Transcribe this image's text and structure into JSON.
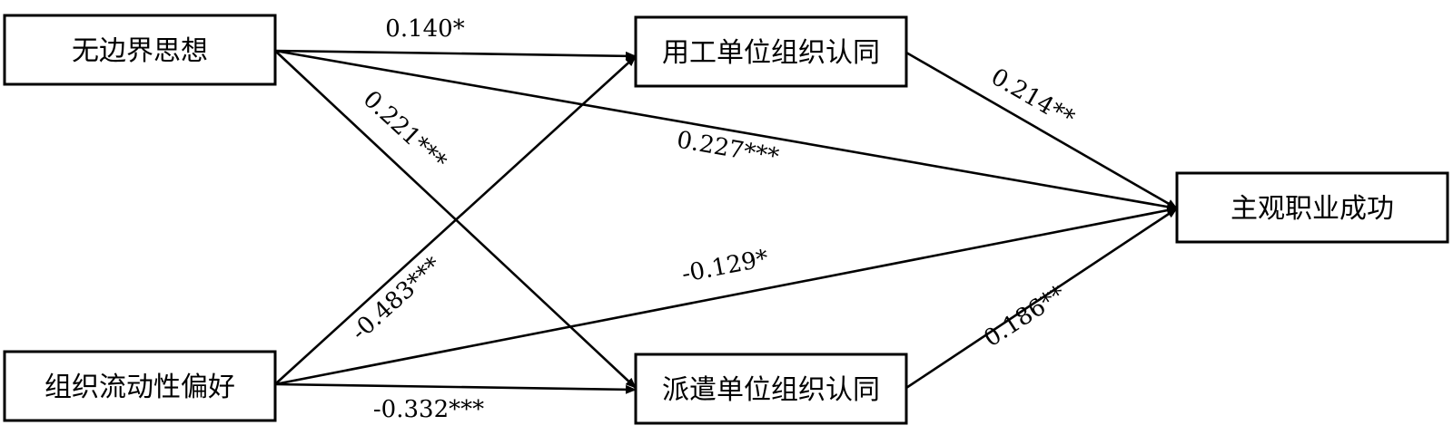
{
  "nodes": {
    "boundaryless": {
      "label": "无边界思想"
    },
    "mobility": {
      "label": "组织流动性偏好"
    },
    "employer_id": {
      "label": "用工单位组织认同"
    },
    "agency_id": {
      "label": "派遣单位组织认同"
    },
    "career_success": {
      "label": "主观职业成功"
    }
  },
  "paths": {
    "boundaryless_employer": "0.140*",
    "boundaryless_agency": "0.221***",
    "boundaryless_success": "0.227***",
    "mobility_employer": "-0.483***",
    "mobility_success": "-0.129*",
    "mobility_agency": "-0.332***",
    "employer_success": "0.214**",
    "agency_success": "0.186**"
  },
  "colors": {
    "line": "#000000",
    "background": "#ffffff"
  }
}
